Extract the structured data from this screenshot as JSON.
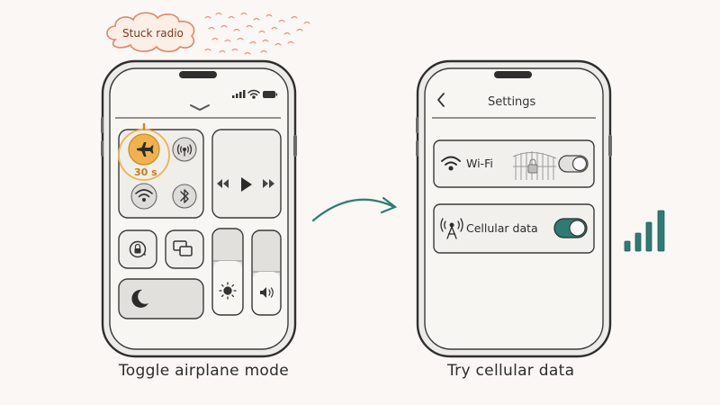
{
  "cloud": {
    "label": "Stuck radio"
  },
  "control_center": {
    "airplane": {
      "timer": "30 s"
    },
    "icons": [
      "airplane-icon",
      "cellular-antenna-icon",
      "wifi-icon",
      "bluetooth-icon",
      "previous-icon",
      "play-icon",
      "next-icon",
      "rotation-lock-icon",
      "screen-mirror-icon",
      "moon-icon",
      "brightness-icon",
      "volume-icon"
    ]
  },
  "settings": {
    "title": "Settings",
    "rows": [
      {
        "label": "Wi-Fi",
        "toggle_on": false
      },
      {
        "label": "Cellular data",
        "toggle_on": true
      }
    ]
  },
  "signal": {
    "bars": 4
  },
  "captions": {
    "left": "Toggle airplane mode",
    "right": "Try cellular data"
  },
  "colors": {
    "accent_orange": "#f0b24a",
    "cloud_outline": "#e0876a",
    "teal": "#2e7b74",
    "outline": "#2e2e2e"
  }
}
